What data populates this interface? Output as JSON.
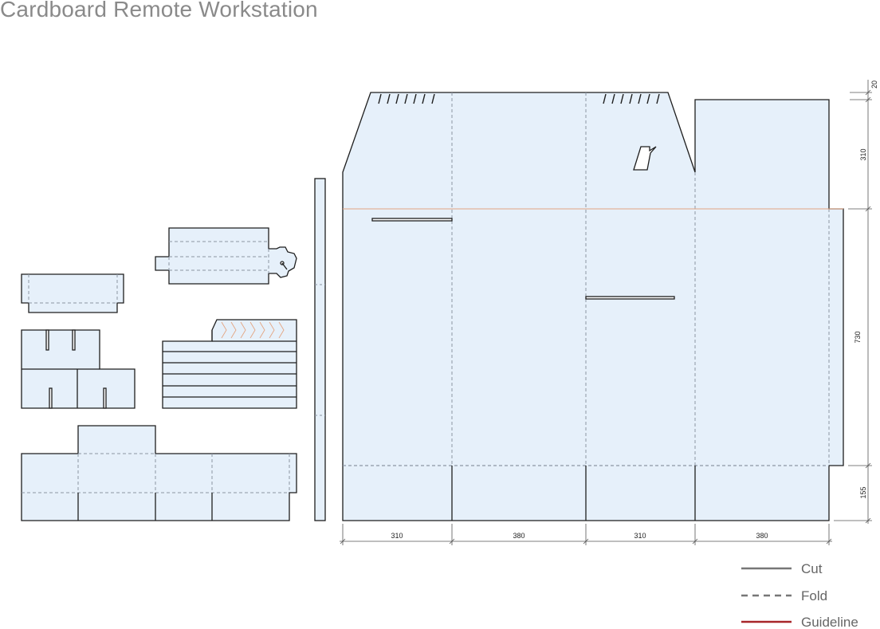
{
  "title": "Cardboard Remote Workstation",
  "dimensions": {
    "widths": [
      "310",
      "380",
      "310",
      "380"
    ],
    "heights": [
      "20",
      "310",
      "730",
      "155"
    ]
  },
  "legend": {
    "cut": "Cut",
    "fold": "Fold",
    "guideline": "Guideline"
  },
  "colors": {
    "panel_fill": "#e6f0fa",
    "cut_line": "#1e1e1e",
    "fold_line": "#8c96a3",
    "guide_line": "#e3a582",
    "legend_cut": "#777777",
    "legend_fold": "#777777",
    "legend_guide": "#a8262a"
  }
}
